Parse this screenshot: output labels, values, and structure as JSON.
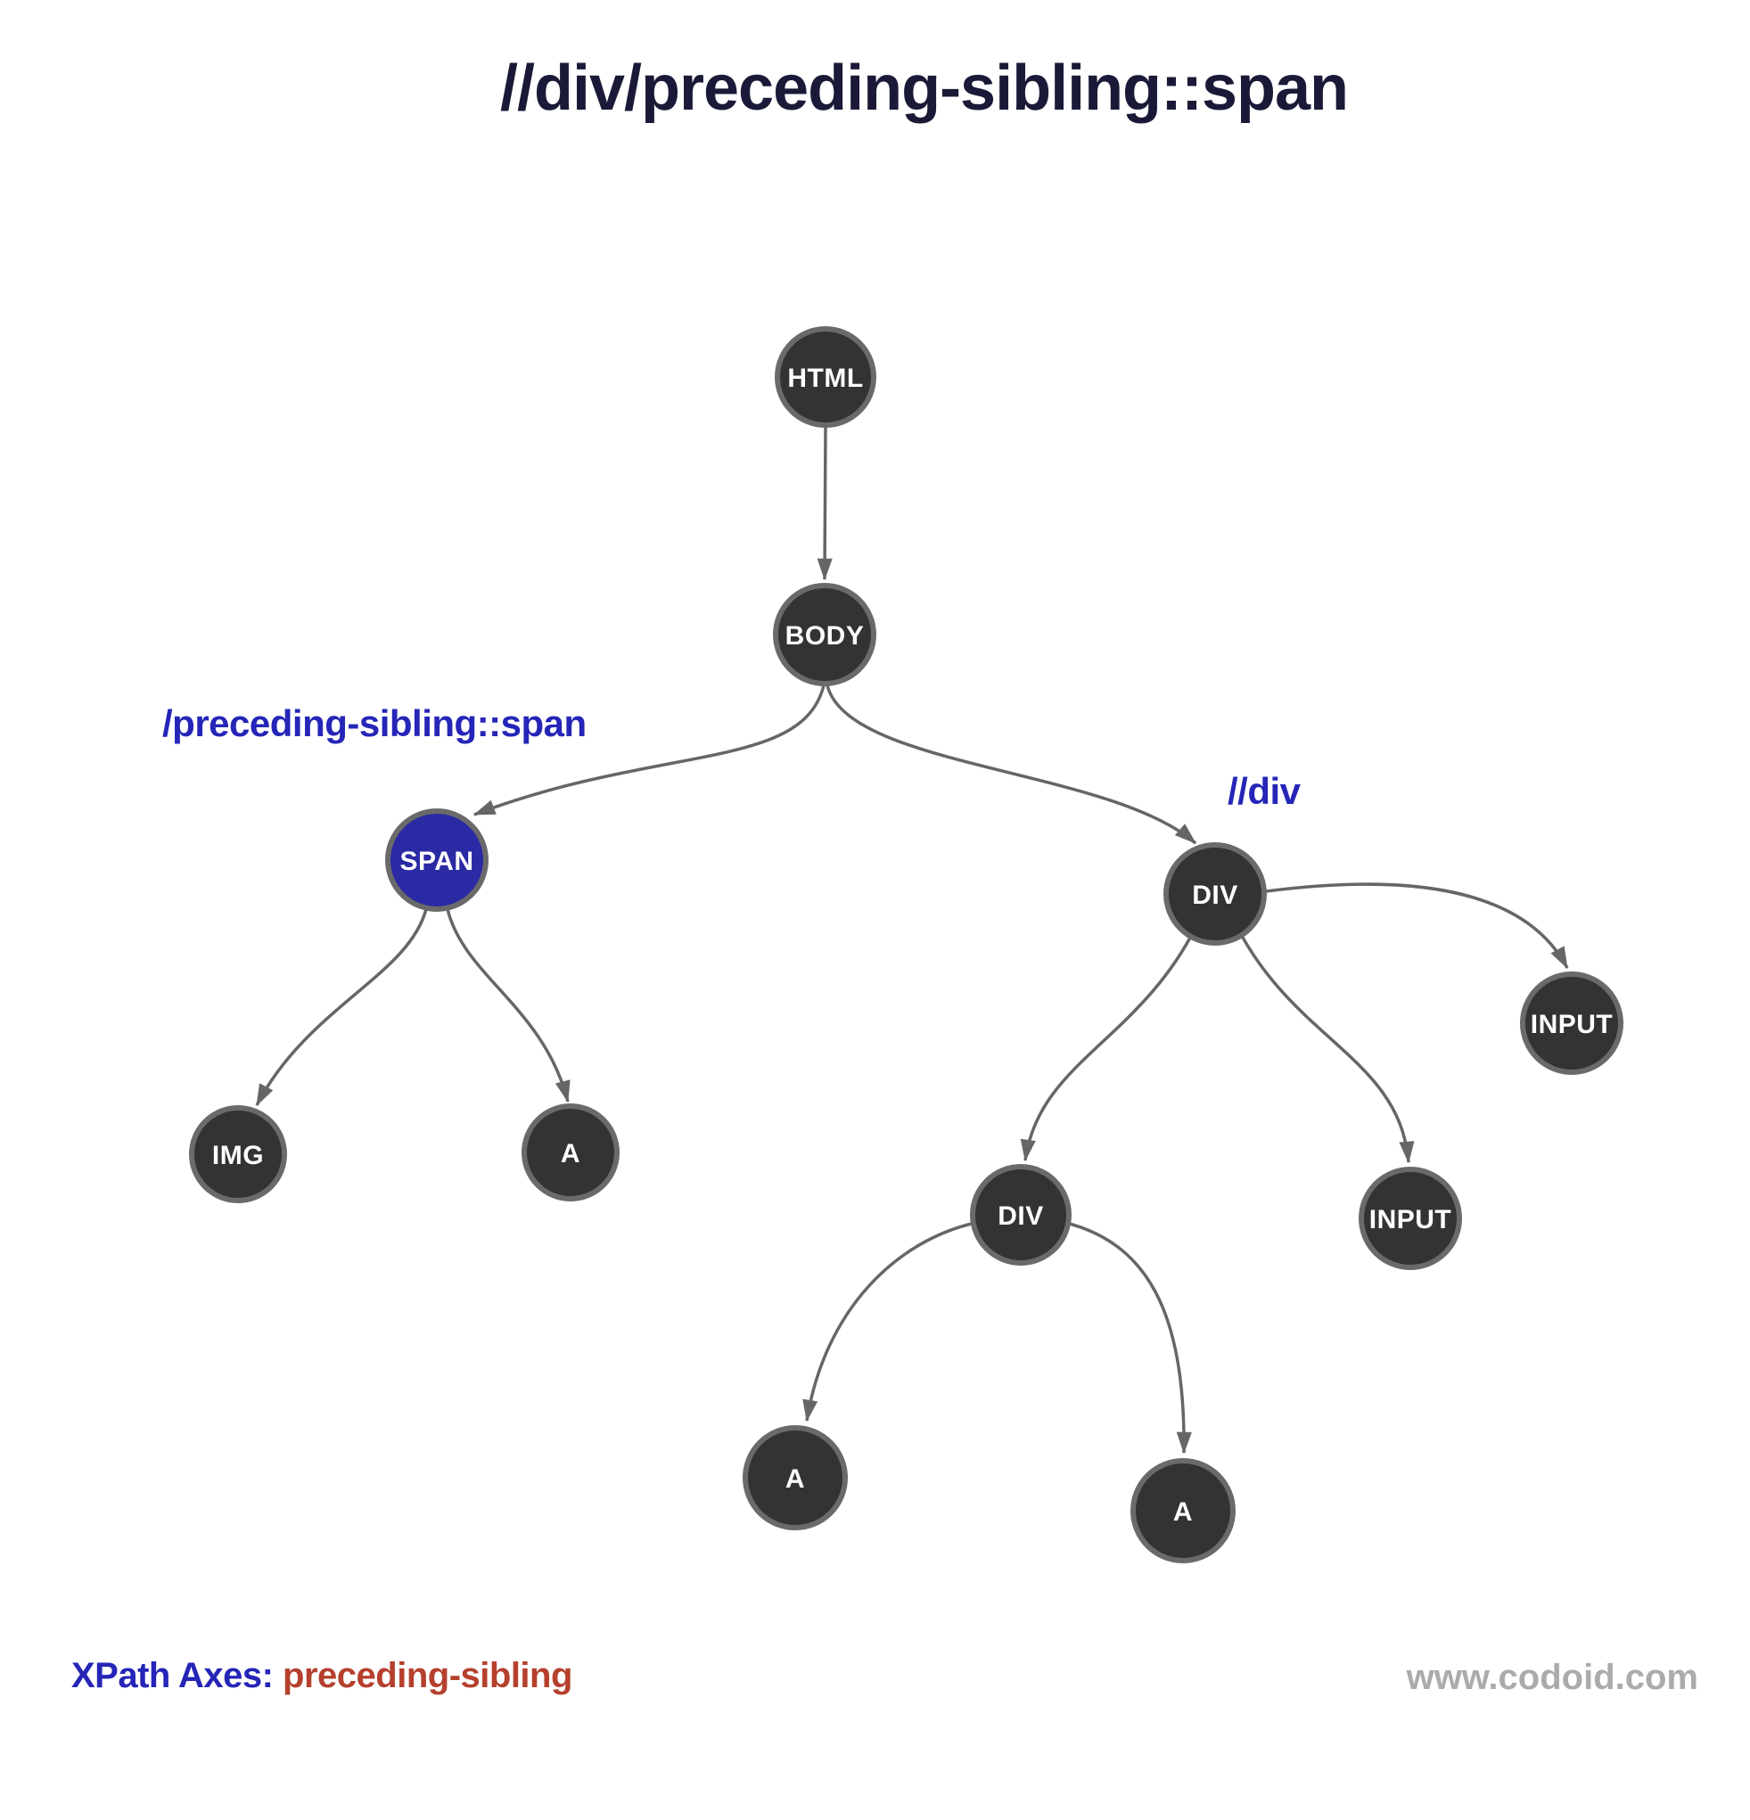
{
  "title": "//div/preceding-sibling::span",
  "diagram": {
    "axis_labels": {
      "preceding_sibling": "/preceding-sibling::span",
      "div": "//div"
    },
    "nodes": [
      {
        "id": "html",
        "label": "HTML"
      },
      {
        "id": "body",
        "label": "BODY"
      },
      {
        "id": "span",
        "label": "SPAN",
        "highlighted": true
      },
      {
        "id": "div",
        "label": "DIV"
      },
      {
        "id": "img",
        "label": "IMG"
      },
      {
        "id": "a-under-span",
        "label": "A"
      },
      {
        "id": "inner-div",
        "label": "DIV"
      },
      {
        "id": "input-top-right",
        "label": "INPUT"
      },
      {
        "id": "input-bottom",
        "label": "INPUT"
      },
      {
        "id": "a-bottom-left",
        "label": "A"
      },
      {
        "id": "a-bottom-right",
        "label": "A"
      }
    ],
    "edges": [
      {
        "from": "html",
        "to": "body"
      },
      {
        "from": "body",
        "to": "span"
      },
      {
        "from": "body",
        "to": "div"
      },
      {
        "from": "span",
        "to": "img"
      },
      {
        "from": "span",
        "to": "a-under-span"
      },
      {
        "from": "div",
        "to": "inner-div"
      },
      {
        "from": "div",
        "to": "input-bottom"
      },
      {
        "from": "div",
        "to": "input-top-right"
      },
      {
        "from": "inner-div",
        "to": "a-bottom-left"
      },
      {
        "from": "inner-div",
        "to": "a-bottom-right"
      }
    ],
    "colors": {
      "node_fill": "#333333",
      "node_border": "#6a6a6a",
      "highlight_fill": "#2a2aa4",
      "edge": "#666666",
      "axis_label_blue": "#2525b8",
      "title_navy": "#1a1a38",
      "footer_red": "#b5402d",
      "footer_gray": "#ababab"
    }
  },
  "footer": {
    "left_prefix": "XPath Axes: ",
    "left_value": "preceding-sibling",
    "right": "www.codoid.com"
  }
}
